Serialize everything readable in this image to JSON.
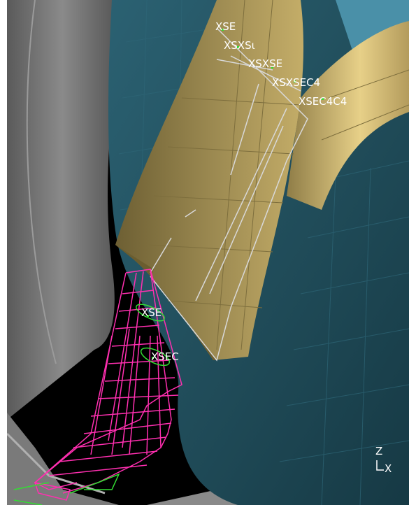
{
  "viewport": {
    "background": "#000000",
    "colors": {
      "grey_body": "#6e6e6e",
      "teal_body": "#23505e",
      "gold_panel": "#8a7a45",
      "gold_bright": "#e0c87a",
      "magenta_mesh": "#ff2fb0",
      "green_curves": "#33dd33",
      "white_lines": "#d8d8d8"
    }
  },
  "section_labels": [
    "XSE",
    "XSXSι",
    "XSXSE",
    "XSXSEC4",
    "XSEC4C4",
    "XSE",
    "XSEC"
  ],
  "triad": {
    "z_label": "Z",
    "x_label": "X"
  }
}
